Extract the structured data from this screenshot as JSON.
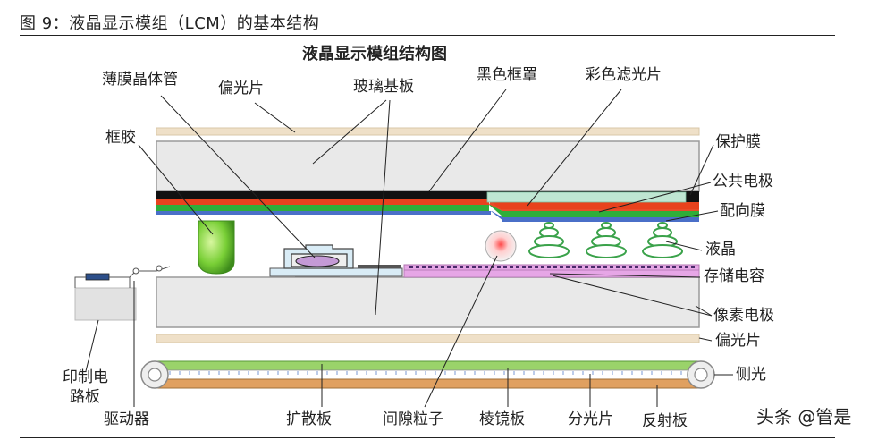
{
  "figure": {
    "caption": "图 9：液晶显示模组（LCM）的基本结构",
    "title": "液晶显示模组结构图",
    "watermark": "头条 @管是"
  },
  "labels": {
    "tft": "薄膜晶体管",
    "polarizer_top": "偏光片",
    "glass_substrate": "玻璃基板",
    "black_matrix": "黑色框罩",
    "color_filter": "彩色滤光片",
    "sealant": "框胶",
    "protective_film": "保护膜",
    "common_electrode": "公共电极",
    "alignment_film": "配向膜",
    "liquid_crystal": "液晶",
    "storage_capacitor": "存储电容",
    "pixel_electrode": "像素电极",
    "polarizer_bottom": "偏光片",
    "side_light": "侧光",
    "pcb_line1": "印制电",
    "pcb_line2": "路板",
    "driver": "驱动器",
    "diffuser": "扩散板",
    "spacer": "间隙粒子",
    "prism": "棱镜板",
    "light_guide": "分光片",
    "reflector": "反射板"
  },
  "colors": {
    "glass": "#e9e9e9",
    "glass_border": "#9a9a9a",
    "polarizer": "#efe0c8",
    "black_layer": "#111111",
    "red_layer": "#e8421e",
    "green_layer": "#2fae3a",
    "blue_layer": "#4a6fc8",
    "color_filter": "#bfe6d2",
    "sealant": "#7ad13a",
    "pixel_electrode": "#e6a6e6",
    "liquid_crystal": "#3aa24a",
    "light_guide_top": "#9ad36a",
    "light_guide_bottom": "#e0a060"
  }
}
